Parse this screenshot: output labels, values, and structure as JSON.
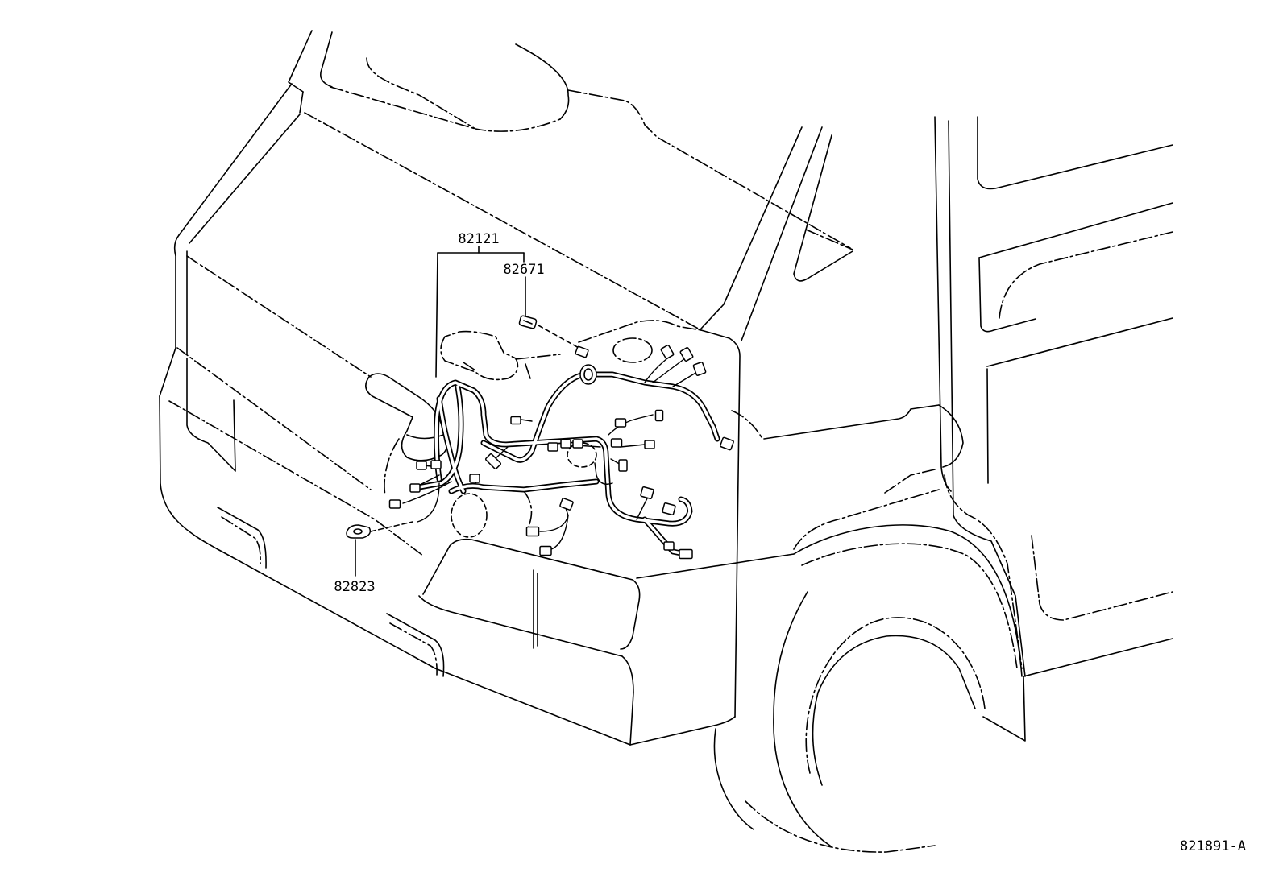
{
  "callouts": {
    "harness": "82121",
    "connector_upper": "82671",
    "connector_lower": "82823"
  },
  "figure_id": "821891-A",
  "colors": {
    "line": "#000000",
    "background": "#ffffff"
  }
}
